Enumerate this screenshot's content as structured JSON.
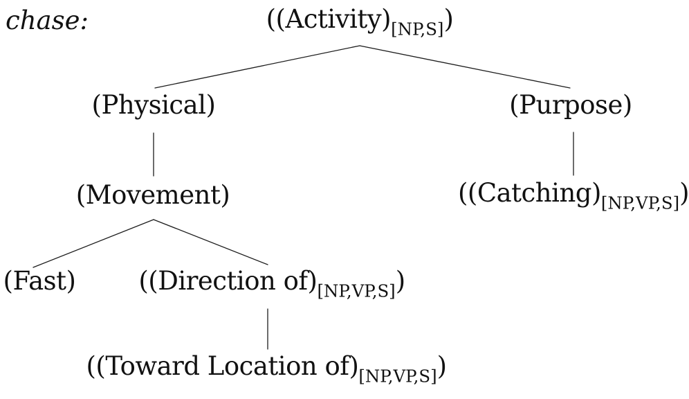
{
  "lexeme": "chase:",
  "tree": {
    "description": "Lexical semantic decomposition tree for the verb 'chase'",
    "nodes": {
      "activity": {
        "pre": "((Activity)",
        "sub": "[NP,S]",
        "post": ")"
      },
      "physical": {
        "pre": "(Physical)",
        "sub": "",
        "post": ""
      },
      "purpose": {
        "pre": "(Purpose)",
        "sub": "",
        "post": ""
      },
      "movement": {
        "pre": "(Movement)",
        "sub": "",
        "post": ""
      },
      "catching": {
        "pre": "((Catching)",
        "sub": "[NP,VP,S]",
        "post": ")"
      },
      "fast": {
        "pre": "(Fast)",
        "sub": "",
        "post": ""
      },
      "direction": {
        "pre": "((Direction of)",
        "sub": "[NP,VP,S]",
        "post": ")"
      },
      "toward": {
        "pre": "((Toward Location of)",
        "sub": "[NP,VP,S]",
        "post": ")"
      }
    },
    "edges": [
      {
        "parent": "activity",
        "child": "physical"
      },
      {
        "parent": "activity",
        "child": "purpose"
      },
      {
        "parent": "physical",
        "child": "movement"
      },
      {
        "parent": "purpose",
        "child": "catching"
      },
      {
        "parent": "movement",
        "child": "fast"
      },
      {
        "parent": "movement",
        "child": "direction"
      },
      {
        "parent": "direction",
        "child": "toward"
      }
    ],
    "colors": {
      "text": "#111111",
      "line": "#1c1c1c",
      "background": "#ffffff"
    }
  }
}
